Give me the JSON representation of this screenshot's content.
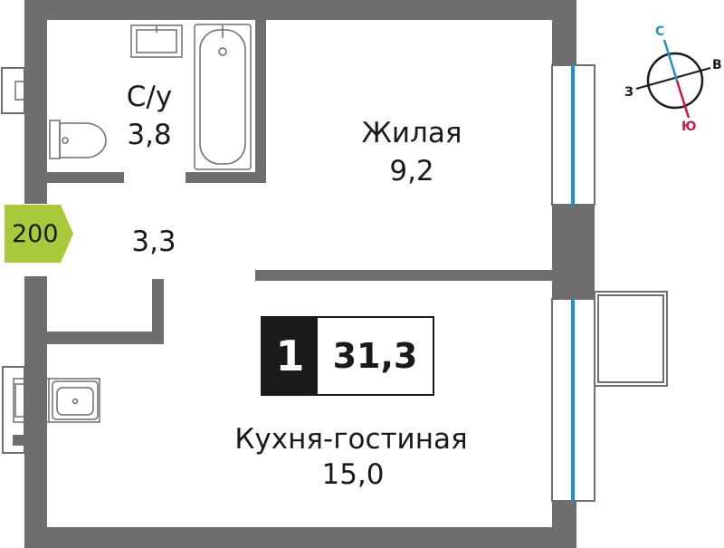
{
  "rooms": {
    "bathroom": {
      "name": "С/у",
      "area": "3,8"
    },
    "living": {
      "name": "Жилая",
      "area": "9,2"
    },
    "hall": {
      "area": "3,3"
    },
    "kitchen_living": {
      "name": "Кухня-гостиная",
      "area": "15,0"
    }
  },
  "apartment": {
    "rooms_count": "1",
    "total_area": "31,3"
  },
  "tag": {
    "label": "200",
    "color": "#a7c93a"
  },
  "compass": {
    "north": "С",
    "east": "В",
    "west": "З",
    "south": "Ю",
    "north_color": "#2a8fc4",
    "south_color": "#c8194f"
  },
  "colors": {
    "wall": "#6e6e6e",
    "window": "#1a8fe0",
    "text": "#1a1a1a"
  }
}
